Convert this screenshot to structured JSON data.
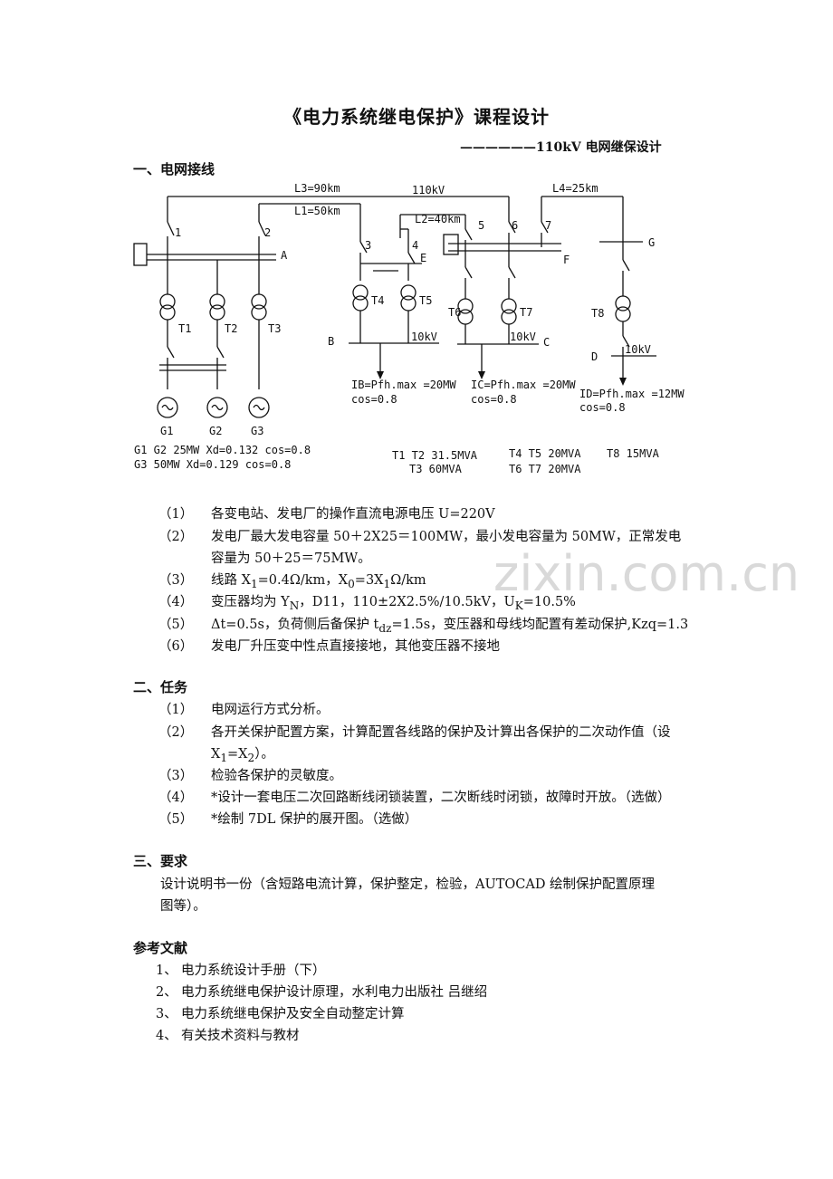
{
  "title": "《电力系统继电保护》课程设计",
  "subtitle": "——————110kV 电网继保设计",
  "section1": {
    "heading": "一、电网接线",
    "items": [
      {
        "num": "（1）",
        "text": "各变电站、发电厂的操作直流电源电压 U=220V"
      },
      {
        "num": "（2）",
        "text": "发电厂最大发电容量 50＋2X25＝100MW，最小发电容量为 50MW，正常发电",
        "text2": "容量为 50＋25＝75MW。"
      },
      {
        "num": "（3）",
        "text_a": "线路 X",
        "sub_a": "1",
        "text_b": "=0.4Ω/km，X",
        "sub_b": "0",
        "text_c": "=3X",
        "sub_c": "1",
        "text_d": "Ω/km"
      },
      {
        "num": "（4）",
        "text_a": "变压器均为 Y",
        "sub_a": "N",
        "text_b": "，D11，110±2X2.5%/10.5kV，U",
        "sub_b": "K",
        "text_c": "=10.5%"
      },
      {
        "num": "（5）",
        "text_a": "Δt=0.5s，负荷侧后备保护 t",
        "sub_a": "dz",
        "text_b": "=1.5s，变压器和母线均配置有差动保护,Kzq=1.3"
      },
      {
        "num": "（6）",
        "text": "发电厂升压变中性点直接接地，其他变压器不接地"
      }
    ]
  },
  "diagram": {
    "L3": "L3=90km",
    "V110": "110kV",
    "L4": "L4=25km",
    "L1": "L1=50km",
    "L2": "L2=40km",
    "n1": "1",
    "n2": "2",
    "n3": "3",
    "n4": "4",
    "n5": "5",
    "n6": "6",
    "n7": "7",
    "A": "A",
    "E": "E",
    "F": "F",
    "G": "G",
    "B": "B",
    "C": "C",
    "D": "D",
    "T1": "T1",
    "T2": "T2",
    "T3": "T3",
    "T4": "T4",
    "T5": "T5",
    "T6": "T6",
    "T7": "T7",
    "T8": "T8",
    "kv10a": "10kV",
    "kv10b": "10kV",
    "kv10c": "10kV",
    "IB": "IB=Pfh.max =20MW",
    "IC": "IC=Pfh.max =20MW",
    "ID": "ID=Pfh.max =12MW",
    "cos1": "cos=0.8",
    "cos2": "cos=0.8",
    "cos3": "cos=0.8",
    "G1": "G1",
    "G2": "G2",
    "G3": "G3",
    "gen1": "G1 G2 25MW  Xd=0.132   cos=0.8",
    "gen2": "G3     50MW  Xd=0.129   cos=0.8",
    "tr1": "T1 T2 31.5MVA",
    "tr2": "T3 60MVA",
    "tr3": "T4 T5 20MVA",
    "tr4": "T6 T7 20MVA",
    "tr5": "T8 15MVA"
  },
  "watermark": "zixin.com.cn",
  "section2": {
    "heading": "二、任务",
    "items": [
      {
        "num": "（1）",
        "text": "电网运行方式分析。"
      },
      {
        "num": "（2）",
        "text": "各开关保护配置方案，计算配置各线路的保护及计算出各保护的二次动作值（设",
        "t2a": "X",
        "s2a": "1",
        "t2b": "=X",
        "s2b": "2",
        "t2c": "）。"
      },
      {
        "num": "（3）",
        "text": "检验各保护的灵敏度。"
      },
      {
        "num": "（4）",
        "text": "*设计一套电压二次回路断线闭锁装置，二次断线时闭锁，故障时开放。（选做）"
      },
      {
        "num": "（5）",
        "text": "*绘制 7DL 保护的展开图。（选做）"
      }
    ]
  },
  "section3": {
    "heading": "三、要求",
    "line1": "设计说明书一份（含短路电流计算，保护整定，检验，AUTOCAD 绘制保护配置原理",
    "line2": "图等）。"
  },
  "references": {
    "heading": "参考文献",
    "items": [
      {
        "num": "1、",
        "text": "电力系统设计手册（下）"
      },
      {
        "num": "2、",
        "text": "电力系统继电保护设计原理，水利电力出版社 吕继绍"
      },
      {
        "num": "3、",
        "text": "电力系统继电保护及安全自动整定计算"
      },
      {
        "num": "4、",
        "text": "有关技术资料与教材"
      }
    ]
  }
}
